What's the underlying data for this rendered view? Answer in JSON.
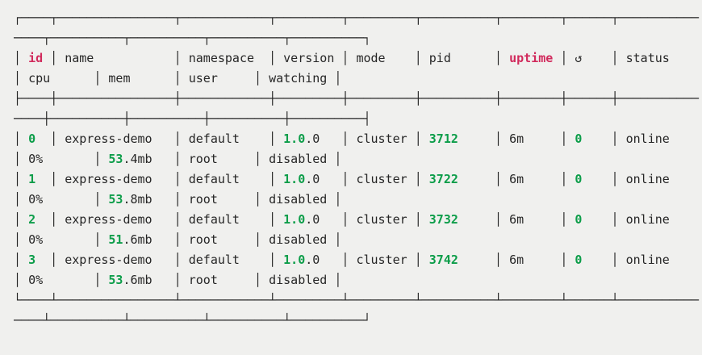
{
  "terminal": {
    "description": "pm2 process list table output",
    "colors": {
      "background": "#f0f0ee",
      "foreground": "#262626",
      "accent_red": "#d12a5c",
      "accent_green": "#0c9d49"
    },
    "table": {
      "columns": [
        {
          "key": "id",
          "label": "id",
          "header_color": "red",
          "value_color": "green"
        },
        {
          "key": "name",
          "label": "name"
        },
        {
          "key": "namespace",
          "label": "namespace"
        },
        {
          "key": "version",
          "label": "version"
        },
        {
          "key": "mode",
          "label": "mode"
        },
        {
          "key": "pid",
          "label": "pid",
          "value_color": "green"
        },
        {
          "key": "uptime",
          "label": "uptime",
          "header_color": "red"
        },
        {
          "key": "restarts",
          "label": "↺",
          "value_color": "green"
        },
        {
          "key": "status",
          "label": "status"
        },
        {
          "key": "cpu",
          "label": "cpu"
        },
        {
          "key": "mem",
          "label": "mem"
        },
        {
          "key": "user",
          "label": "user"
        },
        {
          "key": "watching",
          "label": "watching"
        }
      ],
      "rows": [
        {
          "id": "0",
          "name": "express-demo",
          "namespace": "default",
          "version": [
            "1.0",
            ".0"
          ],
          "mode": "cluster",
          "pid": "3712",
          "uptime": "6m",
          "restarts": "0",
          "status": "online",
          "cpu": "0%",
          "mem": [
            "53",
            ".4mb"
          ],
          "user": "root",
          "watching": "disabled"
        },
        {
          "id": "1",
          "name": "express-demo",
          "namespace": "default",
          "version": [
            "1.0",
            ".0"
          ],
          "mode": "cluster",
          "pid": "3722",
          "uptime": "6m",
          "restarts": "0",
          "status": "online",
          "cpu": "0%",
          "mem": [
            "53",
            ".8mb"
          ],
          "user": "root",
          "watching": "disabled"
        },
        {
          "id": "2",
          "name": "express-demo",
          "namespace": "default",
          "version": [
            "1.0",
            ".0"
          ],
          "mode": "cluster",
          "pid": "3732",
          "uptime": "6m",
          "restarts": "0",
          "status": "online",
          "cpu": "0%",
          "mem": [
            "51",
            ".6mb"
          ],
          "user": "root",
          "watching": "disabled"
        },
        {
          "id": "3",
          "name": "express-demo",
          "namespace": "default",
          "version": [
            "1.0",
            ".0"
          ],
          "mode": "cluster",
          "pid": "3742",
          "uptime": "6m",
          "restarts": "0",
          "status": "online",
          "cpu": "0%",
          "mem": [
            "53",
            ".6mb"
          ],
          "user": "root",
          "watching": "disabled"
        }
      ]
    }
  }
}
